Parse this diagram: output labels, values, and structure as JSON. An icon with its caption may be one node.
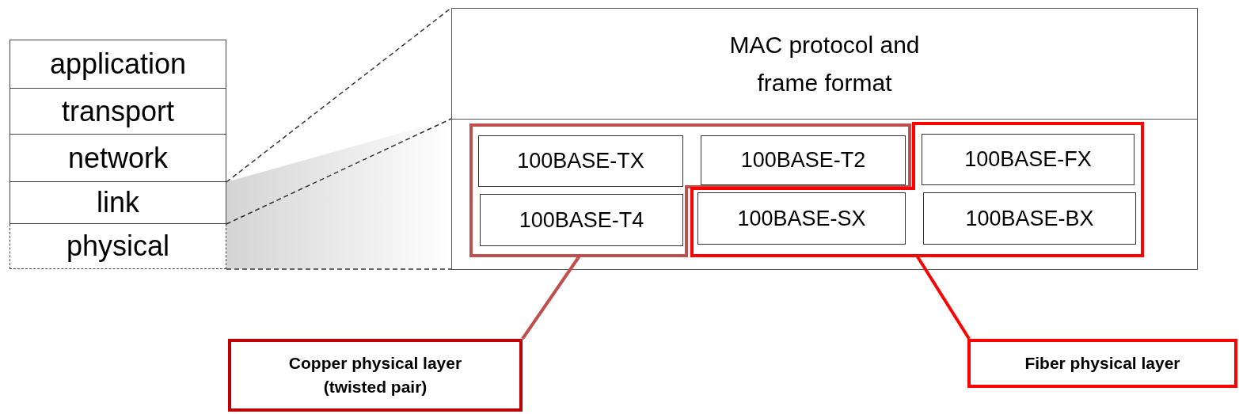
{
  "diagram": {
    "nodes": [
      {
        "text": [
          "application"
        ]
      },
      {
        "text": [
          "transport"
        ]
      },
      {
        "text": [
          "network"
        ]
      },
      {
        "text": [
          "link"
        ]
      },
      {
        "text": [
          "physical"
        ]
      },
      {
        "text": [
          "MAC protocol and frame format"
        ]
      },
      {
        "text": [],
        "shape": "box",
        "in": 5
      },
      {
        "text": [],
        "shape": "box",
        "in": 5
      },
      {
        "text": [
          "100BASE-TX"
        ],
        "in": 6
      },
      {
        "text": [
          "100BASE-T2"
        ],
        "in": 6
      },
      {
        "text": [
          "100BASE-FX"
        ],
        "in": 7
      },
      {
        "text": [
          "100BASE-T4"
        ],
        "in": 6
      },
      {
        "text": [
          "100BASE-SX"
        ],
        "in": 7
      },
      {
        "text": [
          "100BASE-BX"
        ],
        "in": 7
      },
      {
        "text": [
          "Copper physical layer (twisted pair)"
        ]
      },
      {
        "text": [
          "Fiber physical layer"
        ]
      }
    ],
    "edges": [
      {
        "from": 14,
        "to": 6,
        "arrow": "none",
        "color": "#c0504d"
      },
      {
        "from": 15,
        "to": 7,
        "arrow": "none",
        "color": "#ff0000"
      }
    ]
  }
}
